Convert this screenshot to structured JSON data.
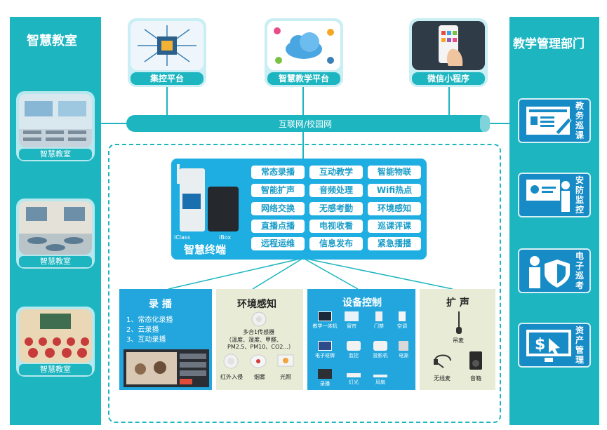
{
  "left": {
    "title": "智慧教室",
    "rooms": [
      "智慧教室",
      "智慧教室",
      "智慧教室"
    ]
  },
  "right": {
    "title": "教学管理部门",
    "items": [
      "教务巡课",
      "安防监控",
      "电子巡考",
      "资产管理"
    ]
  },
  "platforms": [
    "集控平台",
    "智慧教学平台",
    "微信小程序"
  ],
  "network": "互联网/校园网",
  "terminal": {
    "title": "智慧终端",
    "device1": "iClass",
    "device2": "iBox"
  },
  "functions": [
    "常态录播",
    "互动教学",
    "智能物联",
    "智能扩声",
    "音频处理",
    "Wifi热点",
    "网络交换",
    "无感考勤",
    "环境感知",
    "直播点播",
    "电视收看",
    "巡课评课",
    "远程运维",
    "信息发布",
    "紧急播播"
  ],
  "recording": {
    "title": "录 播",
    "items": [
      "1、常态化录播",
      "2、云录播",
      "3、互动录播"
    ]
  },
  "environment": {
    "title": "环境感知",
    "sensor": "多合1传感器",
    "sensor_detail": "（温度、湿度、甲醛、",
    "sensor_detail2": "PM2.5、PM10、CO2...）",
    "items": [
      "红外入侵",
      "烟雾",
      "光照"
    ]
  },
  "devices": {
    "title": "设备控制",
    "items": [
      "教学一体机",
      "窗帘",
      "门禁",
      "空调",
      "电子班牌",
      "监控",
      "投影机",
      "电源",
      "录播",
      "灯光",
      "风扇"
    ]
  },
  "audio": {
    "title": "扩 声",
    "items": [
      "吊麦",
      "无线麦",
      "音箱"
    ]
  },
  "colors": {
    "teal": "#1cb5c0",
    "blue": "#178bc5",
    "panel_beige": "#e8ecd6",
    "panel_blue": "#22a6dd"
  }
}
